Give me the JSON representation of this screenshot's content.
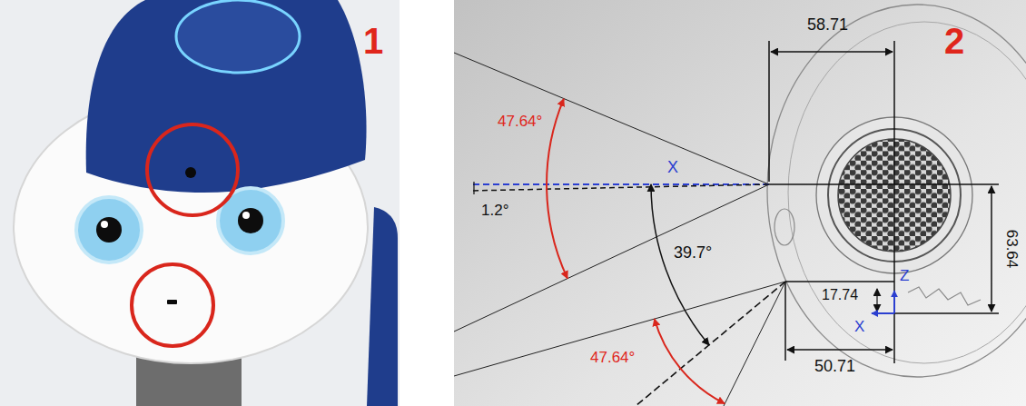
{
  "diagram": {
    "labels": [
      "1",
      "2",
      "58.71",
      "47.64°",
      "X",
      "1.2°",
      "39.7°",
      "47.64°",
      "63.64",
      "17.74",
      "Z",
      "X",
      "50.71"
    ]
  }
}
